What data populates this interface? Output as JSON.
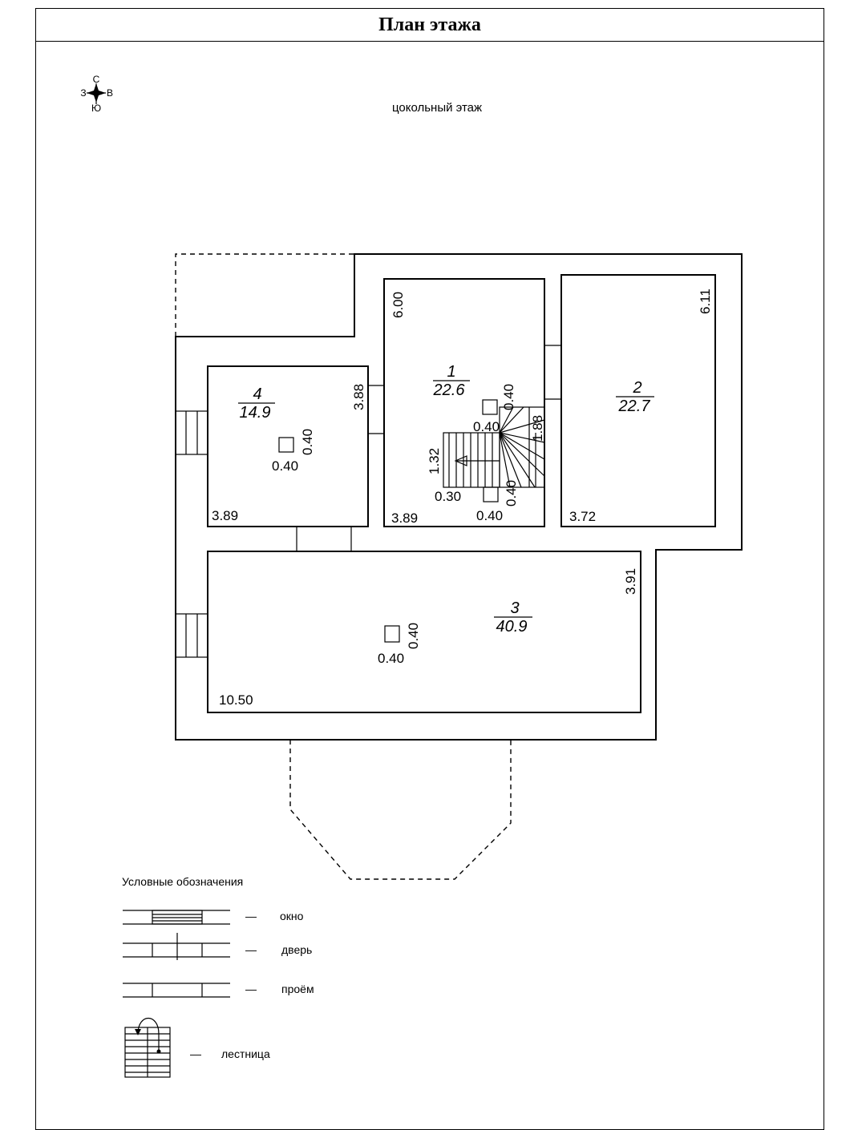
{
  "title": "План этажа",
  "compass": {
    "north": "С",
    "south": "Ю",
    "west": "З",
    "east": "В",
    "icon": "compass-rose-icon"
  },
  "floor_label": "цокольный этаж",
  "rooms": [
    {
      "number": "1",
      "area": "22.6",
      "height": "6.00",
      "width": "3.89"
    },
    {
      "number": "2",
      "area": "22.7",
      "height": "6.11",
      "width": "3.72"
    },
    {
      "number": "3",
      "area": "40.9",
      "height": "3.91",
      "width": "10.50"
    },
    {
      "number": "4",
      "area": "14.9",
      "height": "3.88",
      "width": "3.89"
    }
  ],
  "columns": [
    {
      "w": "0.40",
      "h": "0.40"
    },
    {
      "w": "0.40",
      "h": "0.40"
    },
    {
      "w": "0.40",
      "h": "0.40"
    },
    {
      "w": "0.40",
      "h": "0.40"
    }
  ],
  "stair": {
    "width": "1.32",
    "step": "0.30",
    "landing": "1.88"
  },
  "legend": {
    "title": "Условные обозначения",
    "items": [
      {
        "label": "окно"
      },
      {
        "label": "дверь"
      },
      {
        "label": "проём"
      },
      {
        "label": "лестница"
      }
    ],
    "dash": "—"
  }
}
